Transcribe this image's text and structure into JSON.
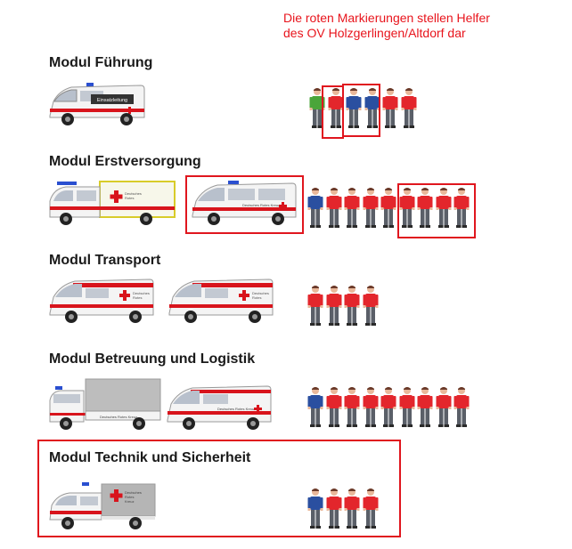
{
  "note": {
    "line1": "Die roten Markierungen stellen Helfer",
    "line2": "des OV Holzgerlingen/Altdorf dar"
  },
  "colors": {
    "highlight": "#e0161e",
    "note_text": "#e8141c",
    "vehicle_red": "#d8141c",
    "shirt_red": "#e3262c",
    "shirt_blue": "#2a4fa0",
    "shirt_green": "#4aa53a"
  },
  "modules": [
    {
      "title": "Modul Führung",
      "vehicle_labels": [
        "Einsatzleitung"
      ],
      "helpers": [
        "green",
        "red",
        "blue",
        "blue",
        "red",
        "red"
      ]
    },
    {
      "title": "Modul Erstversorgung",
      "vehicle_labels": [],
      "helpers": [
        "blue",
        "red",
        "red",
        "red",
        "red",
        "red",
        "red",
        "red",
        "red"
      ]
    },
    {
      "title": "Modul Transport",
      "vehicle_labels": [],
      "helpers": [
        "red",
        "red",
        "red",
        "red"
      ]
    },
    {
      "title": "Modul Betreuung und Logistik",
      "vehicle_labels": [],
      "helpers": [
        "blue",
        "red",
        "red",
        "red",
        "red",
        "red",
        "red",
        "red",
        "red"
      ]
    },
    {
      "title": "Modul Technik und Sicherheit",
      "vehicle_labels": [],
      "helpers": [
        "blue",
        "red",
        "red",
        "red"
      ]
    }
  ]
}
